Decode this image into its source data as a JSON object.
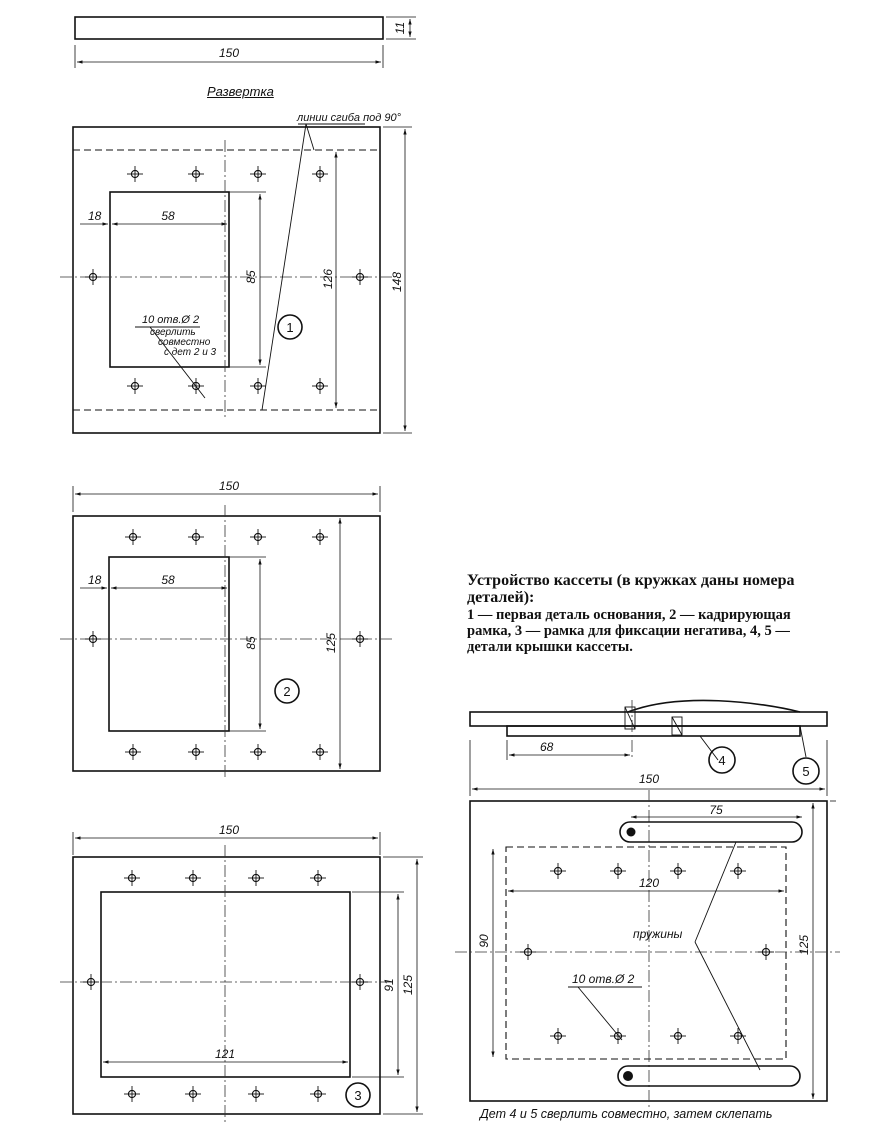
{
  "heading": "Развертка",
  "bend_label": "линии сгиба под 90°",
  "dims": {
    "strip_width": "150",
    "strip_height": "11",
    "d1_left": "18",
    "d1_window_w": "58",
    "d1_window_h": "85",
    "d1_inner": "126",
    "d1_total": "148",
    "d2_top": "150",
    "d2_left": "18",
    "d2_window_w": "58",
    "d2_window_h": "85",
    "d2_side": "125",
    "d3_top": "150",
    "d3_inner_h": "91",
    "d3_side": "125",
    "d3_inner_w": "121",
    "lid_offset": "68",
    "lid_width": "150",
    "lid_slot": "75",
    "lid_inner_w": "120",
    "lid_inner_h": "90",
    "lid_side": "125"
  },
  "holes_note_1": "10 отв.Ø 2",
  "drill_note_1": "сверлить",
  "drill_note_2": "совместно",
  "drill_note_3": "с дет  2 и 3",
  "holes_note_2": "10 отв.Ø 2",
  "springs_label": "пружины",
  "part_numbers": {
    "p1": "1",
    "p2": "2",
    "p3": "3",
    "p4": "4",
    "p5": "5"
  },
  "caption": {
    "title": "Устройство кассеты (в кружках даны номера деталей):",
    "body": "1 — первая деталь основания, 2 — кадрирующая рамка, 3 — рамка для фиксации негатива, 4, 5 — детали крышки кассеты."
  },
  "footnote": "Дет  4 и 5 сверлить совместно, затем склепать"
}
